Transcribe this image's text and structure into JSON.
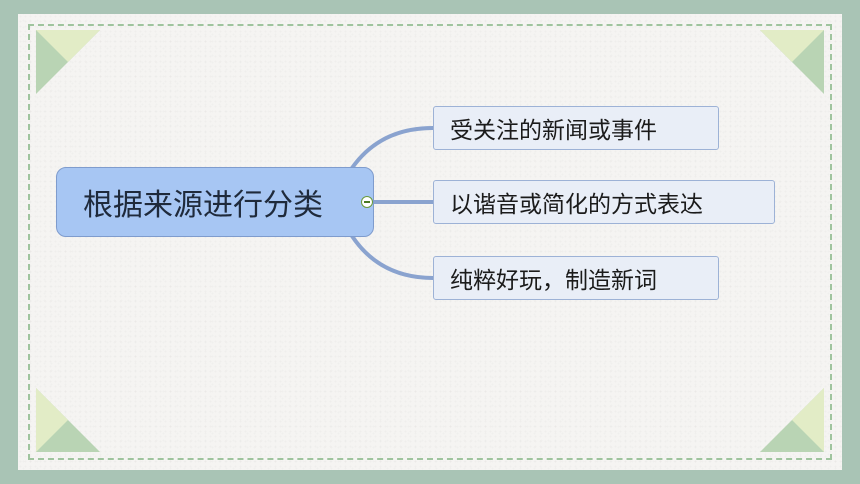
{
  "mindmap": {
    "root": {
      "label": "根据来源进行分类"
    },
    "children": [
      {
        "label": "受关注的新闻或事件"
      },
      {
        "label": "以谐音或简化的方式表达"
      },
      {
        "label": "纯粹好玩，制造新词"
      }
    ]
  },
  "colors": {
    "outer_background": "#a9c4b5",
    "paper": "#f5f4f2",
    "dashed_border": "#9fc49e",
    "root_fill": "#a7c6f3",
    "child_fill": "#e9eef7",
    "connector": "#8aa3cf"
  }
}
